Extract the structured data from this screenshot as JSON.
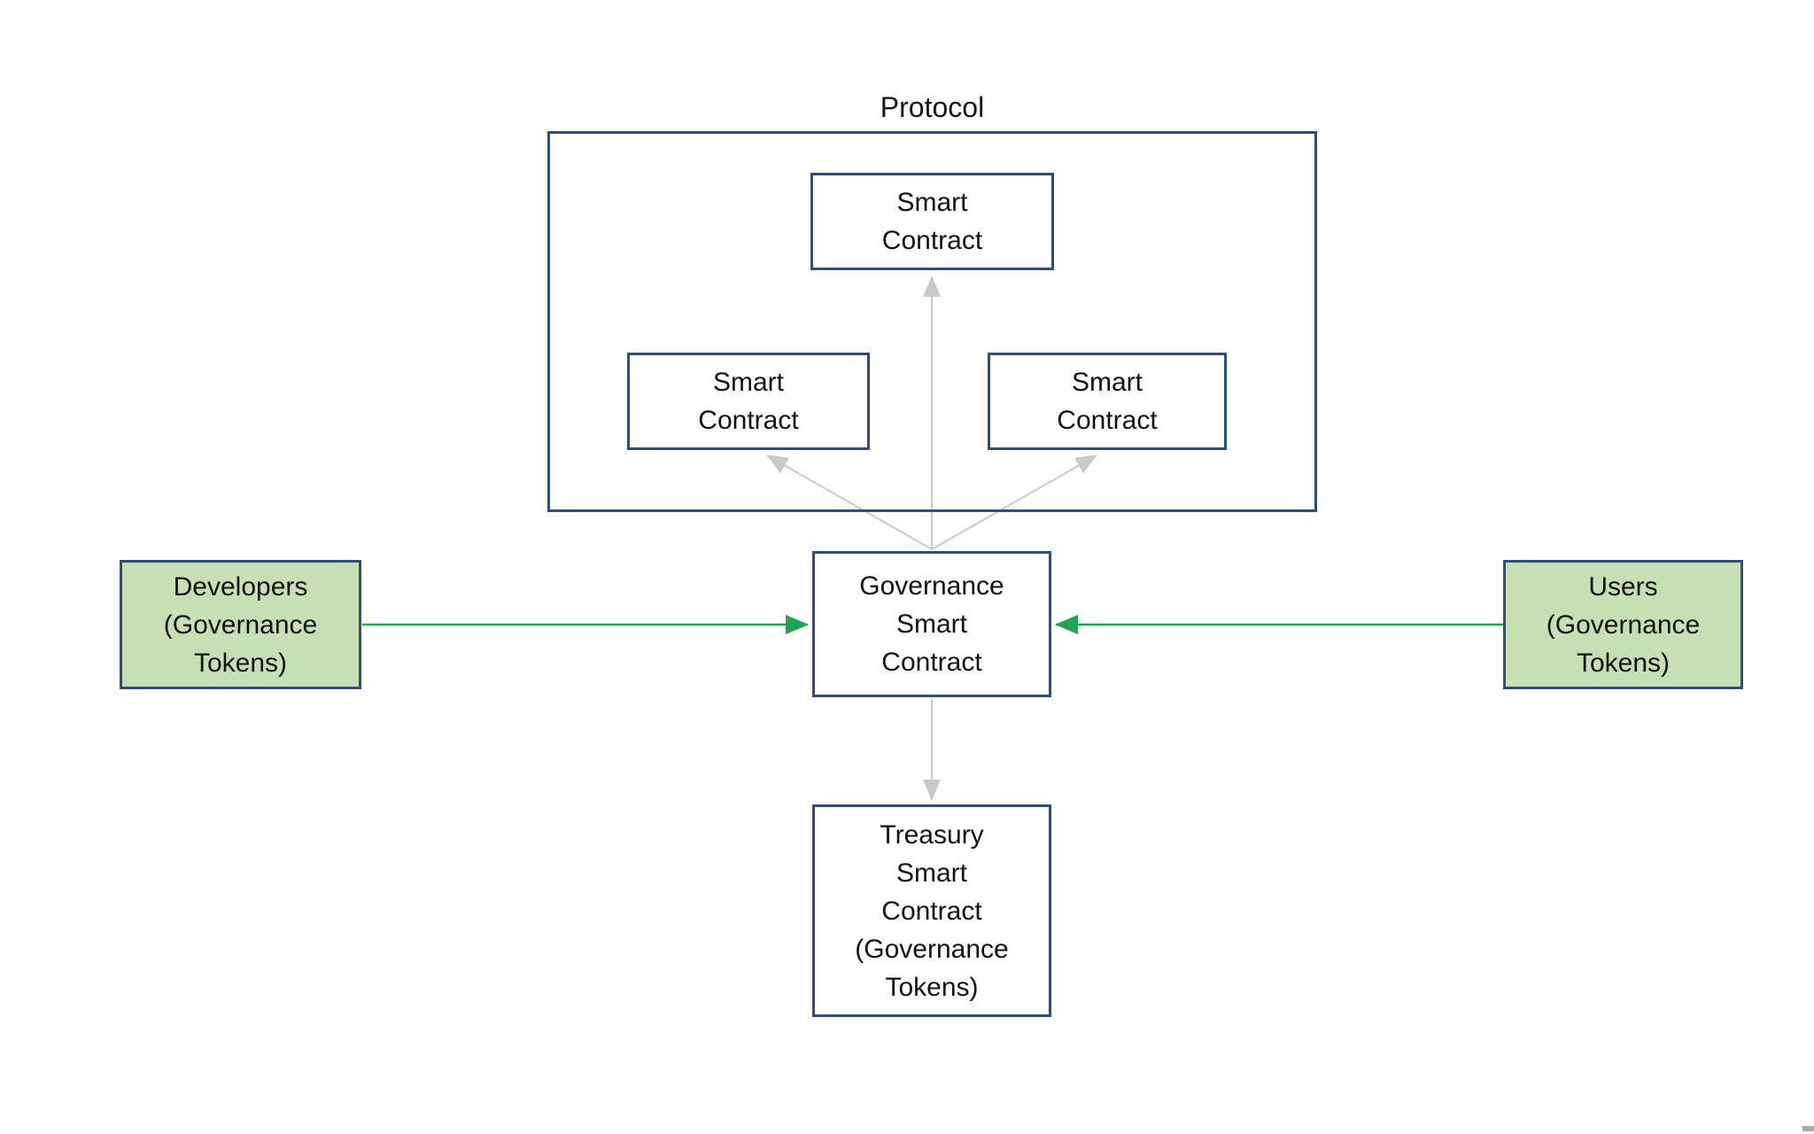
{
  "diagram": {
    "title": "Protocol",
    "nodes": {
      "smart_contract_top": {
        "label": "Smart\nContract"
      },
      "smart_contract_left": {
        "label": "Smart\nContract"
      },
      "smart_contract_right": {
        "label": "Smart\nContract"
      },
      "governance": {
        "label": "Governance\nSmart\nContract"
      },
      "treasury": {
        "label": "Treasury\nSmart\nContract\n(Governance\nTokens)"
      },
      "developers": {
        "label": "Developers\n(Governance\nTokens)"
      },
      "users": {
        "label": "Users\n(Governance\nTokens)"
      }
    },
    "edges": [
      {
        "from": "governance",
        "to": "smart_contract_top",
        "color": "gray"
      },
      {
        "from": "governance",
        "to": "smart_contract_left",
        "color": "gray"
      },
      {
        "from": "governance",
        "to": "smart_contract_right",
        "color": "gray"
      },
      {
        "from": "governance",
        "to": "treasury",
        "color": "gray"
      },
      {
        "from": "developers",
        "to": "governance",
        "color": "green"
      },
      {
        "from": "users",
        "to": "governance",
        "color": "green"
      }
    ],
    "colors": {
      "box_border": "#2e4f7e",
      "green_box_fill": "#c6e0b4",
      "arrow_green": "#1ea551",
      "arrow_gray": "#c9c9c9",
      "text": "#121212",
      "background": "#ffffff"
    }
  }
}
